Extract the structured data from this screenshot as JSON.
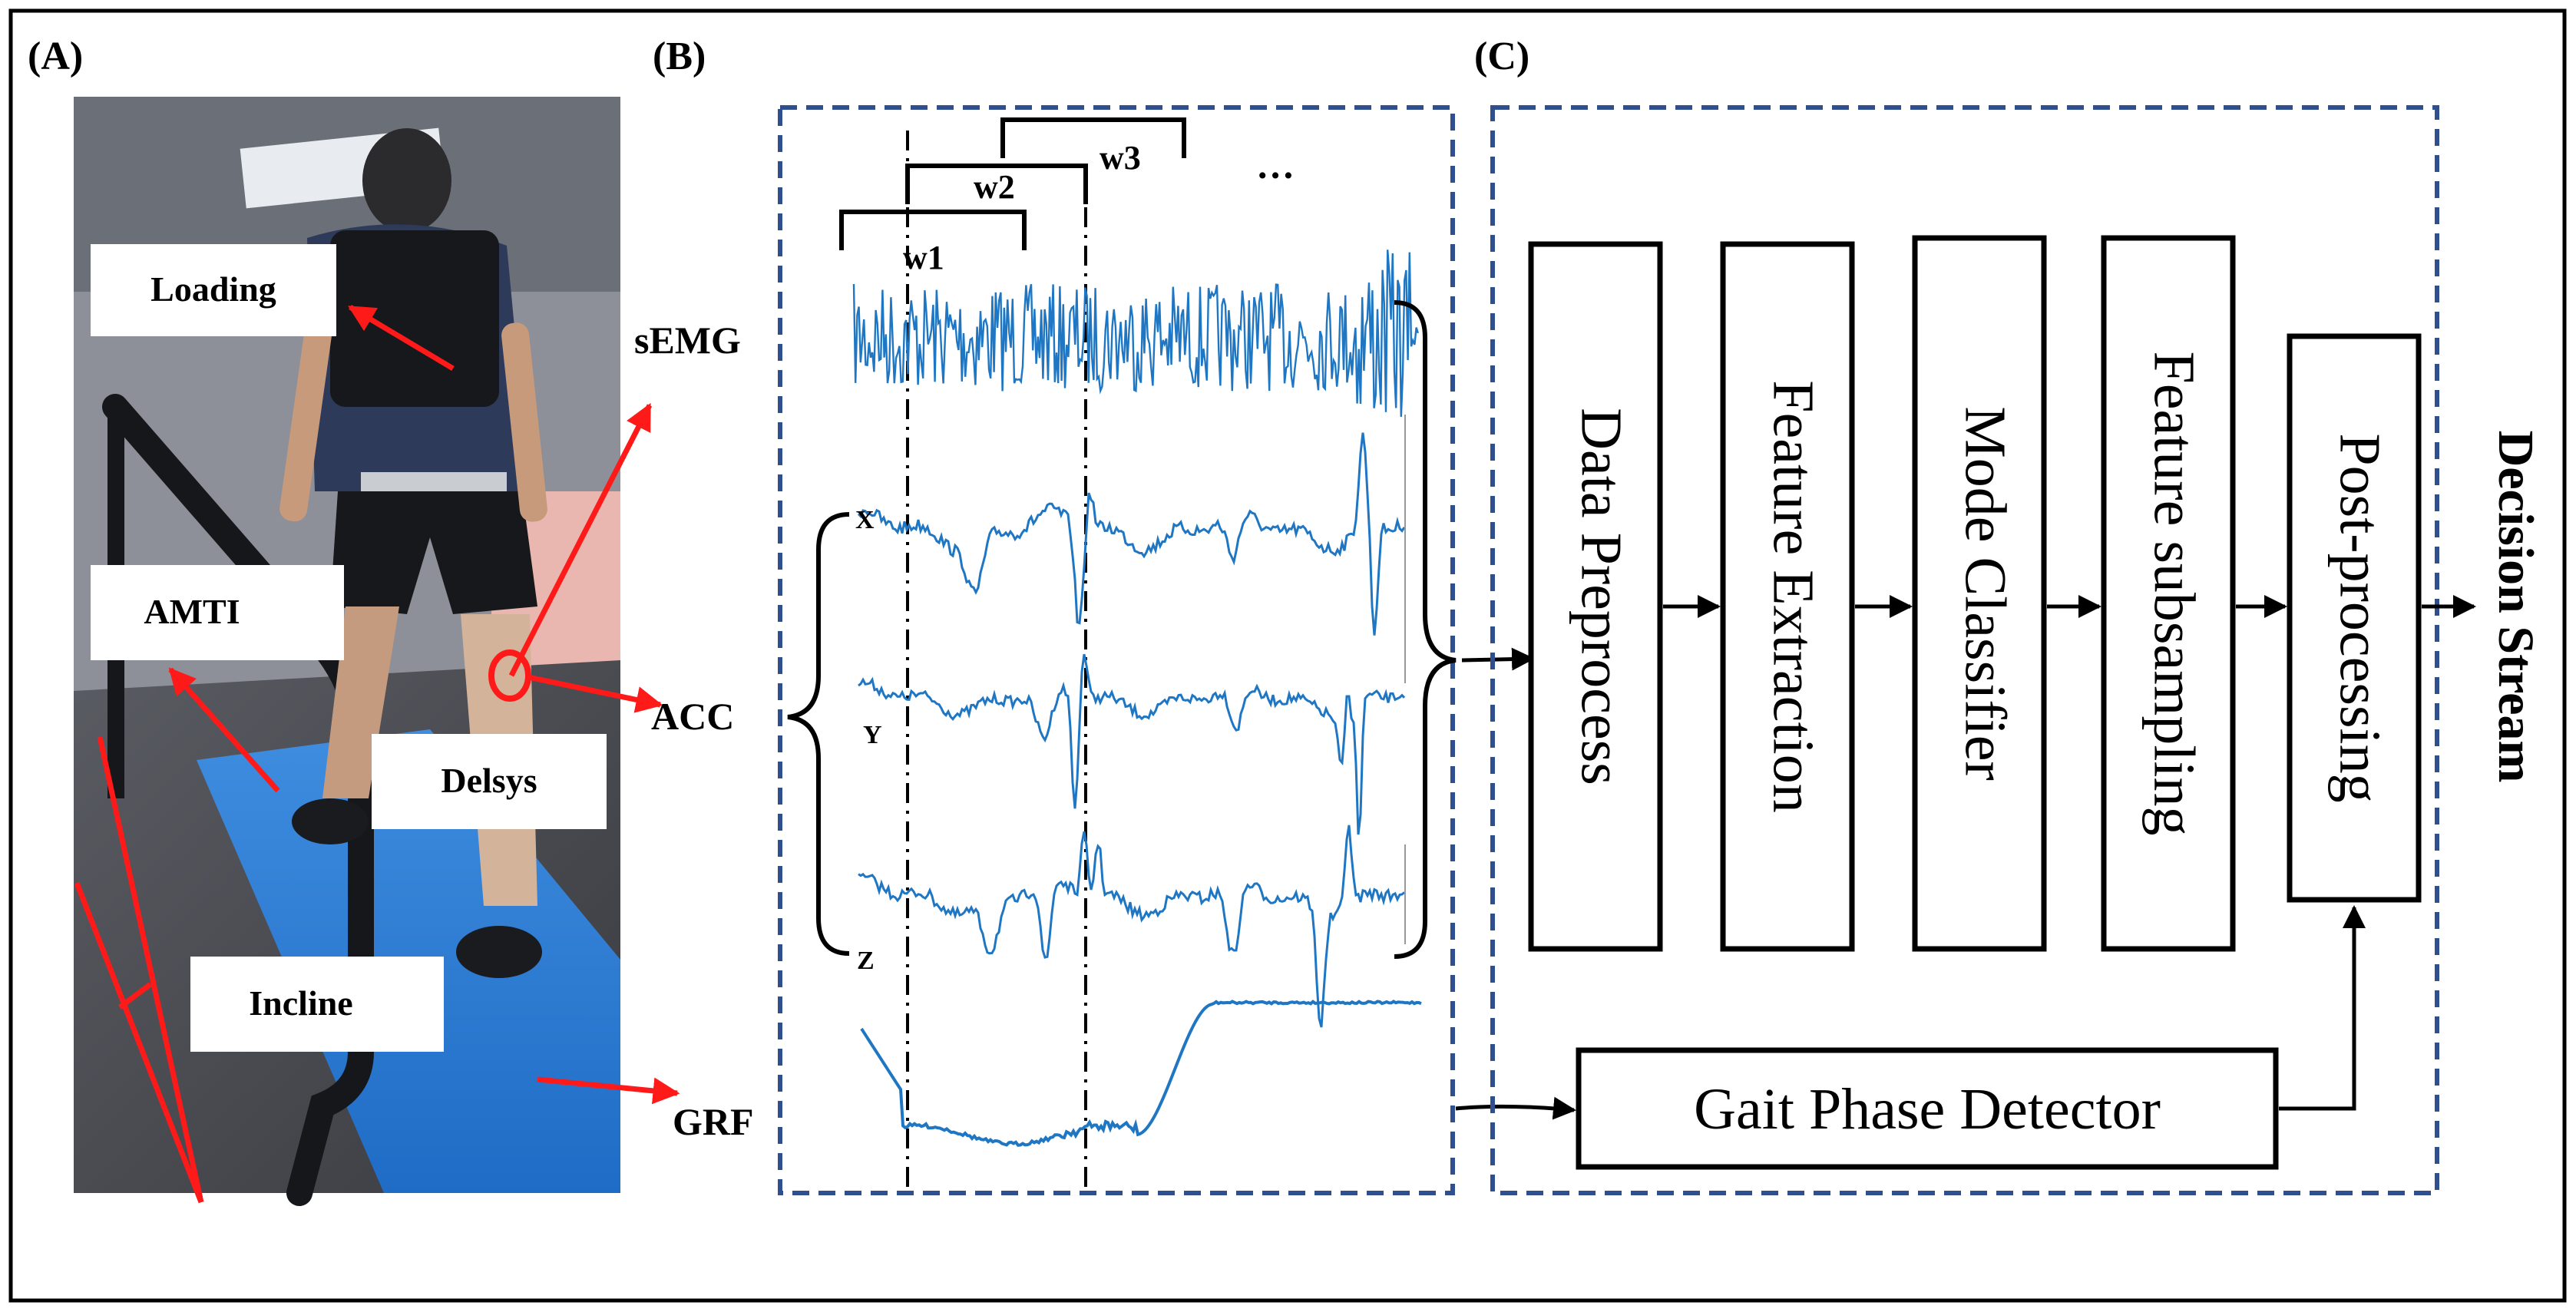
{
  "panels": {
    "a_label": "(A)",
    "b_label": "(B)",
    "c_label": "(C)"
  },
  "photo": {
    "labels": {
      "loading": "Loading",
      "amti": "AMTI",
      "delsys": "Delsys",
      "incline": "Incline"
    },
    "annotation_color": "#ff1a1a",
    "treadmill_color": "#2d7fd6"
  },
  "signals": {
    "semg": "sEMG",
    "acc": "ACC",
    "grf": "GRF",
    "axis_x": "X",
    "axis_y": "Y",
    "axis_z": "Z",
    "windows": [
      "w1",
      "w2",
      "w3"
    ],
    "ellipsis": "…",
    "trace_color": "#1f77c4"
  },
  "pipeline": {
    "blocks": [
      "Data Preprocess",
      "Feature Extraction",
      "Mode Classifier",
      "Feature subsampling",
      "Post-processing"
    ],
    "gait_phase": "Gait Phase Detector",
    "output": "Decision Stream",
    "dashed_border_color": "#2f4f8f"
  }
}
